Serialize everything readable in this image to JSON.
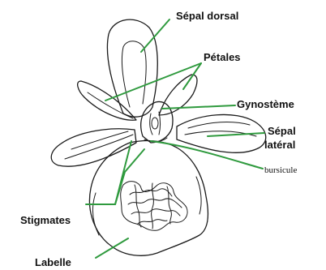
{
  "labels": {
    "sepal_dorsal": "Sépal dorsal",
    "petales": "Pétales",
    "gynosteme": "Gynostème",
    "sepal_lateral_1": "Sépal",
    "sepal_lateral_2": "latéral",
    "bursicule": "bursicule",
    "stigmates": "Stigmates",
    "labelle": "Labelle"
  },
  "colors": {
    "leader_line": "#2f9a3e",
    "outline": "#1a1a1a"
  }
}
